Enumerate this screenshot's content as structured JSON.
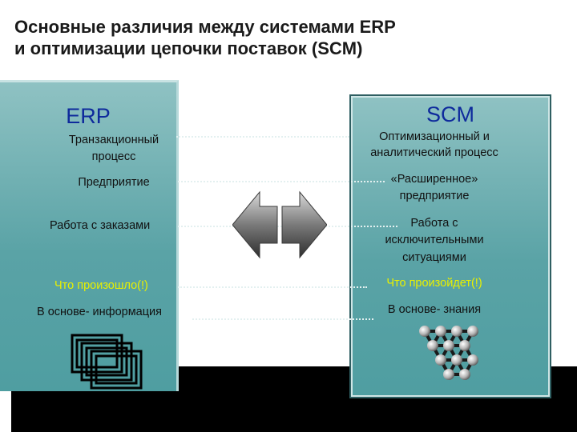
{
  "title": {
    "line1": "Основные различия между системами ERP",
    "line2": "и оптимизации цепочки поставок (SCM)"
  },
  "erp": {
    "heading": "ERP",
    "items": [
      "Транзакционный",
      "процесс",
      "Предприятие",
      "Работа с заказами",
      "Что произошло(!)",
      "В основе- информация"
    ]
  },
  "scm": {
    "heading": "SCM",
    "items": [
      "Оптимизационный и",
      "аналитический процесс",
      "«Расширенное»",
      "предприятие",
      "Работа с",
      "исключительными",
      "ситуациями",
      "Что произойдет(!)",
      "В основе- знания"
    ]
  },
  "icons": {
    "center": "double-arrow-icon",
    "erp_bottom": "data-frames-icon",
    "scm_bottom": "knowledge-network-icon"
  },
  "colors": {
    "panel": "#5aa3a6",
    "heading": "#0e2a9c",
    "highlight": "#e8f000",
    "band": "#000000"
  }
}
